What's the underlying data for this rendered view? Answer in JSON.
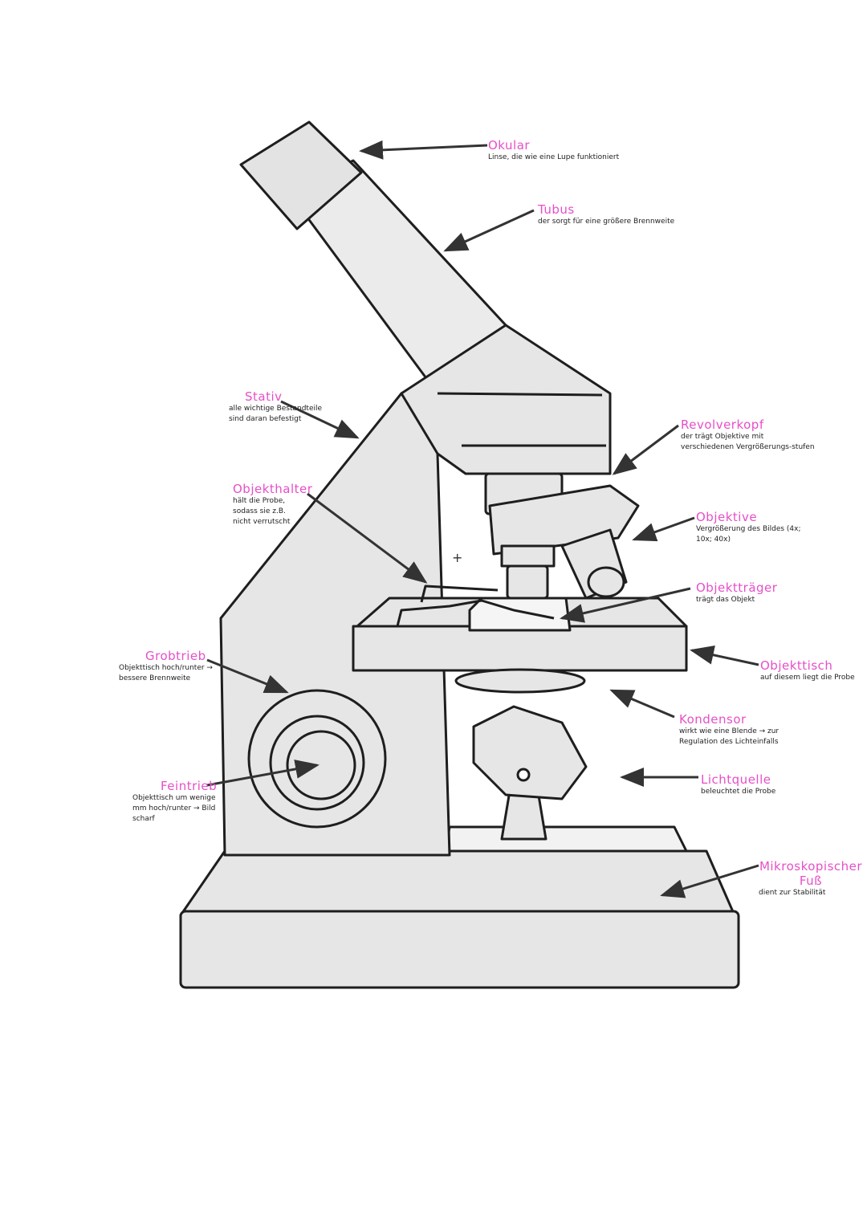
{
  "labels": {
    "okular": {
      "title": "Okular",
      "desc": "Linse, die wie eine Lupe funktioniert"
    },
    "tubus": {
      "title": "Tubus",
      "desc": "der sorgt für eine größere Brennweite"
    },
    "stativ": {
      "title": "Stativ",
      "desc": "alle wichtige Bestandteile sind daran befestigt"
    },
    "objekthalter": {
      "title": "Objekthalter",
      "desc": "hält die Probe, sodass sie z.B. nicht verrutscht"
    },
    "revolverkopf": {
      "title": "Revolverkopf",
      "desc": "der trägt Objektive mit verschiedenen Vergrößerungs-stufen"
    },
    "objektive": {
      "title": "Objektive",
      "desc": "Vergrößerung des Bildes (4x; 10x; 40x)"
    },
    "objekttraeger": {
      "title": "Objektträger",
      "desc": "trägt das Objekt"
    },
    "grobtrieb": {
      "title": "Grobtrieb",
      "desc": "Objekttisch hoch/runter → bessere Brennweite"
    },
    "objekttisch": {
      "title": "Objekttisch",
      "desc": "auf diesem liegt die Probe"
    },
    "kondensor": {
      "title": "Kondensor",
      "desc": "wirkt wie eine Blende → zur Regulation des Lichteinfalls"
    },
    "feintrieb": {
      "title": "Feintrieb",
      "desc": "Objekttisch um wenige mm hoch/runter → Bild scharf"
    },
    "lichtquelle": {
      "title": "Lichtquelle",
      "desc": "beleuchtet die Probe"
    },
    "fuss": {
      "title": "Mikroskopischer Fuß",
      "desc": "dient zur Stabilität"
    }
  },
  "colors": {
    "label": "#e64fc8",
    "fill": "#e6e6e6",
    "stroke": "#1e1e1e"
  }
}
